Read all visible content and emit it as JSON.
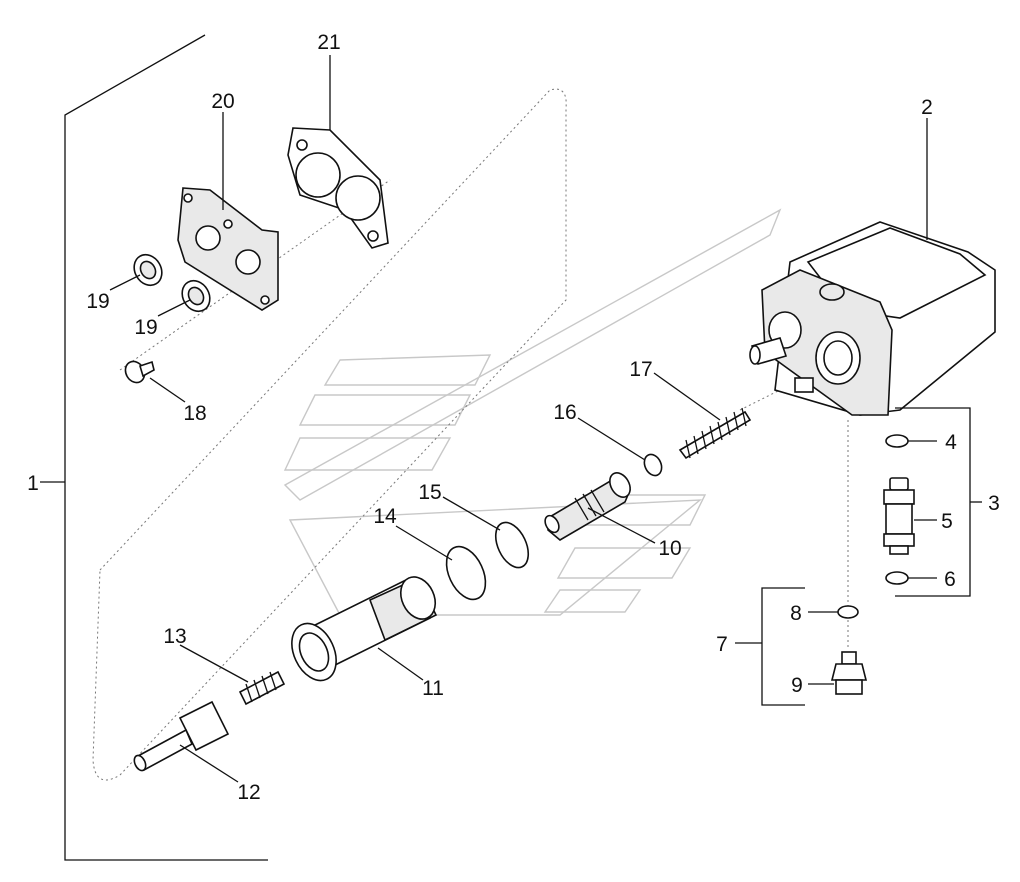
{
  "diagram": {
    "callouts": [
      {
        "id": "c1",
        "text": "1"
      },
      {
        "id": "c2",
        "text": "2"
      },
      {
        "id": "c3",
        "text": "3"
      },
      {
        "id": "c4",
        "text": "4"
      },
      {
        "id": "c5",
        "text": "5"
      },
      {
        "id": "c6",
        "text": "6"
      },
      {
        "id": "c7",
        "text": "7"
      },
      {
        "id": "c8",
        "text": "8"
      },
      {
        "id": "c9",
        "text": "9"
      },
      {
        "id": "c10",
        "text": "10"
      },
      {
        "id": "c11",
        "text": "11"
      },
      {
        "id": "c12",
        "text": "12"
      },
      {
        "id": "c13",
        "text": "13"
      },
      {
        "id": "c14",
        "text": "14"
      },
      {
        "id": "c15",
        "text": "15"
      },
      {
        "id": "c16",
        "text": "16"
      },
      {
        "id": "c17",
        "text": "17"
      },
      {
        "id": "c18",
        "text": "18"
      },
      {
        "id": "c19a",
        "text": "19"
      },
      {
        "id": "c19b",
        "text": "19"
      },
      {
        "id": "c20",
        "text": "20"
      },
      {
        "id": "c21",
        "text": "21"
      }
    ],
    "colors": {
      "ink": "#111111",
      "watermark": "#c8c8c8",
      "background": "#ffffff"
    }
  }
}
